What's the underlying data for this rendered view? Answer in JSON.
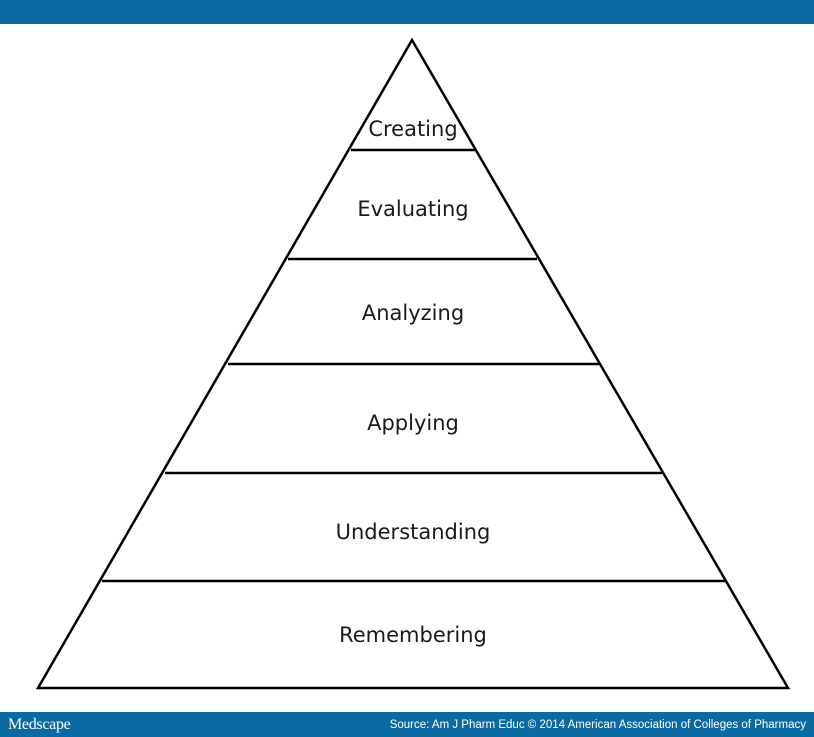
{
  "header": {
    "brand_color": "#0b6aa2"
  },
  "pyramid": {
    "levels": [
      {
        "label": "Creating"
      },
      {
        "label": "Evaluating"
      },
      {
        "label": "Analyzing"
      },
      {
        "label": "Applying"
      },
      {
        "label": "Understanding"
      },
      {
        "label": "Remembering"
      }
    ]
  },
  "footer": {
    "brand": "Medscape",
    "source": "Source: Am J Pharm Educ © 2014 American Association of Colleges of Pharmacy"
  }
}
